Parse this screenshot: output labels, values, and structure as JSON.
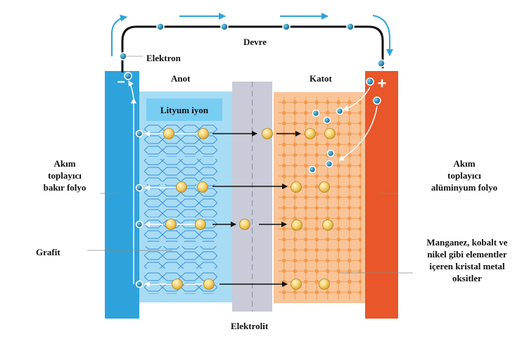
{
  "labels": {
    "circuit": "Devre",
    "electron": "Elektron",
    "anode": "Anot",
    "cathode": "Katot",
    "lithium_ion": "Lityum iyon",
    "current_collector_left": [
      "Akım",
      "toplayıcı",
      "bakır folyo"
    ],
    "current_collector_right": [
      "Akım",
      "toplayıcı",
      "alüminyum folyo"
    ],
    "graphite": "Grafit",
    "cathode_material": [
      "Manganez, kobalt ve",
      "nikel gibi elementler",
      "içeren kristal metal",
      "oksitler"
    ],
    "electrolyte": "Elektrolit",
    "minus_sign": "–",
    "plus_sign": "+"
  },
  "colors": {
    "copper_collector": "#2ea3db",
    "aluminum_collector": "#e8562a",
    "anode_region": "#a8dcf5",
    "separator": "#c9cbd8",
    "cathode_region": "#f9c497",
    "graphite_lines": "#3a8fd6",
    "lithium_ion": "#f3cf6a",
    "electron": "#1f7fa8",
    "circuit_wire": "#111111",
    "flow_arrow": "#2ea3db"
  }
}
